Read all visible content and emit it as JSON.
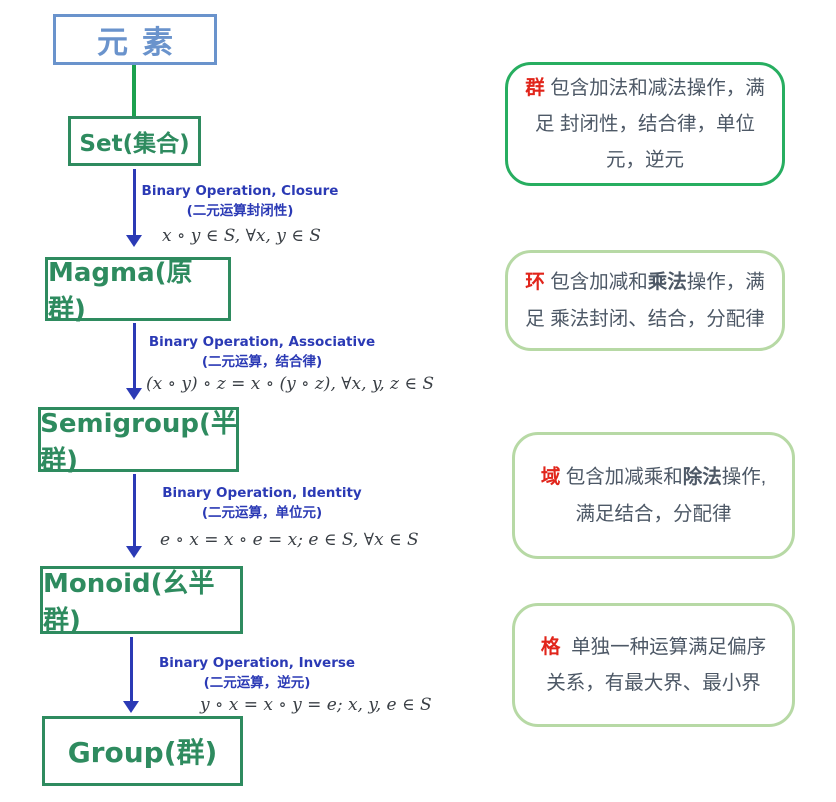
{
  "flowchart": {
    "root": {
      "label": "元素"
    },
    "nodes": [
      {
        "label": "Set(集合)"
      },
      {
        "label": "Magma(原群)"
      },
      {
        "label": "Semigroup(半群)"
      },
      {
        "label": "Monoid(幺半群)"
      },
      {
        "label": "Group(群)"
      }
    ],
    "edges": [
      {
        "label_en": "Binary Operation, Closure",
        "label_zh": "(二元运算封闭性)",
        "formula": "x ∘ y ∈ S, ∀x, y ∈ S"
      },
      {
        "label_en": "Binary Operation, Associative",
        "label_zh": "(二元运算，结合律)",
        "formula": "(x ∘ y) ∘ z = x ∘ (y ∘ z), ∀x, y, z ∈ S"
      },
      {
        "label_en": "Binary Operation, Identity",
        "label_zh": "(二元运算，单位元)",
        "formula": "e ∘ x = x ∘ e = x; e ∈ S, ∀x ∈ S"
      },
      {
        "label_en": "Binary Operation, Inverse",
        "label_zh": "(二元运算，逆元)",
        "formula": "y ∘ x = x ∘ y = e; x, y, e ∈ S"
      }
    ]
  },
  "notes": [
    {
      "term": "群",
      "segments": [
        {
          "t": "群"
        },
        {
          "t": " 包含加法和减法操作，满足 封闭性，结合律，单位元，逆元"
        }
      ]
    },
    {
      "term": "环",
      "segments": [
        {
          "t": "环"
        },
        {
          "t": " 包含加减和"
        },
        {
          "t": "乘法"
        },
        {
          "t": "操作，满足 乘法封闭、结合，分配律"
        }
      ]
    },
    {
      "term": "域",
      "segments": [
        {
          "t": "域"
        },
        {
          "t": " 包含加减乘和"
        },
        {
          "t": "除法"
        },
        {
          "t": "操作, 满足结合，分配律"
        }
      ]
    },
    {
      "term": "格",
      "segments": [
        {
          "t": "格"
        },
        {
          "t": "  单独一种运算满足偏序关系，有最大界、最小界"
        }
      ]
    }
  ],
  "colors": {
    "root_blue": "#6a93cc",
    "flow_green": "#2e8b5f",
    "link_green": "#1ca14e",
    "arrow_blue": "#2b3ab5",
    "note_border_primary": "#27ae60",
    "note_border_soft": "#b7d9a5",
    "term_red": "#e1251b",
    "note_text": "#4d5866",
    "formula_ink": "#3a3f45"
  }
}
